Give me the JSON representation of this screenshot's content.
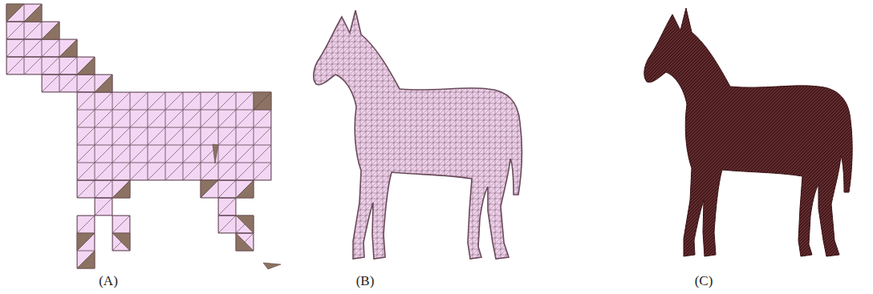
{
  "diagram": {
    "labels": [
      "(A)",
      "(B)",
      "(C)"
    ]
  }
}
